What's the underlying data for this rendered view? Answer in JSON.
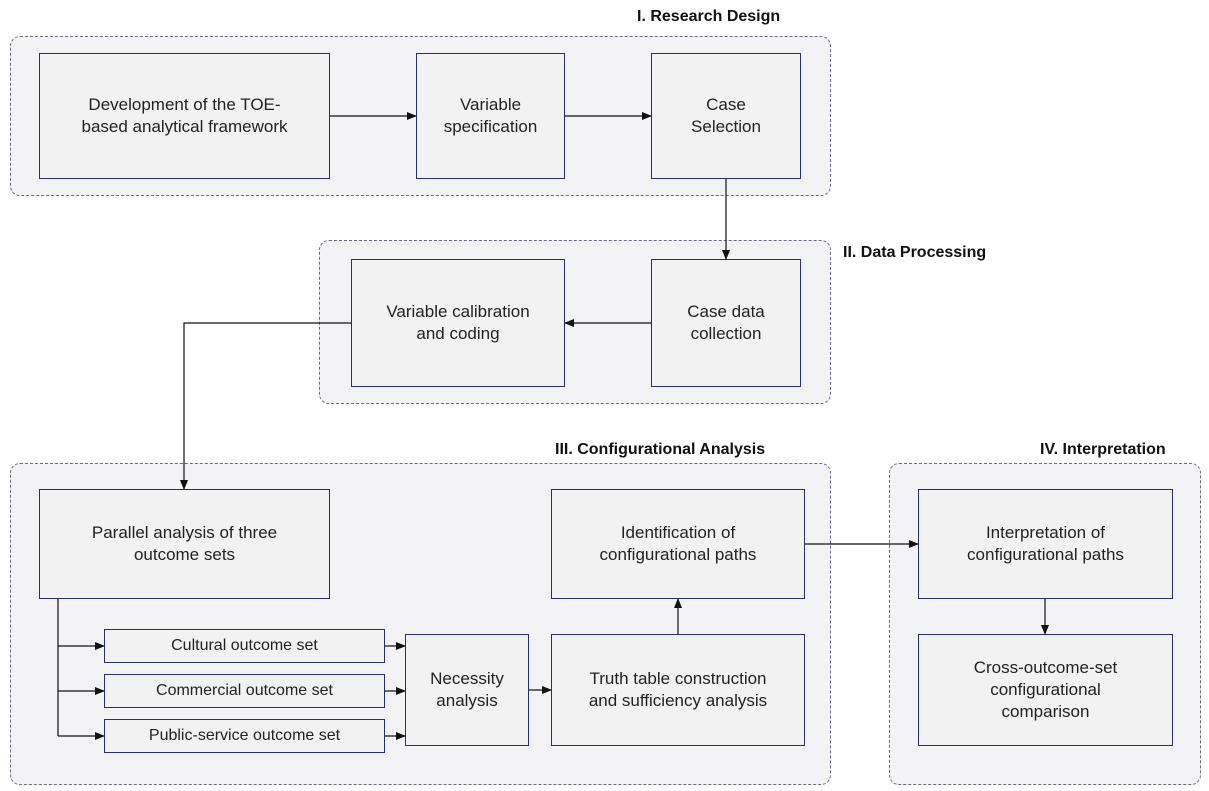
{
  "phases": {
    "research_design": "I. Research Design",
    "data_processing": "II. Data Processing",
    "configurational_analysis": "III. Configurational Analysis",
    "interpretation": "IV. Interpretation"
  },
  "nodes": {
    "toe_framework": "Development of the TOE-\nbased analytical framework",
    "variable_specification": "Variable\nspecification",
    "case_selection": "Case\nSelection",
    "case_data_collection": "Case data\ncollection",
    "variable_calibration": "Variable calibration\nand coding",
    "parallel_analysis": "Parallel analysis of three\noutcome sets",
    "cultural_set": "Cultural outcome set",
    "commercial_set": "Commercial outcome set",
    "public_service_set": "Public-service outcome set",
    "necessity_analysis": "Necessity\nanalysis",
    "truth_table": "Truth table construction\nand sufficiency analysis",
    "identification_paths": "Identification of\nconfigurational paths",
    "interpretation_paths": "Interpretation of\nconfigurational paths",
    "cross_comparison": "Cross-outcome-set\nconfigurational\ncomparison"
  },
  "colors": {
    "box_border": "#2b2d6e",
    "box_fill": "#f2f2f3",
    "phase_border": "#6b6a86",
    "phase_fill": "#f3f3f5",
    "arrow": "#111111"
  }
}
